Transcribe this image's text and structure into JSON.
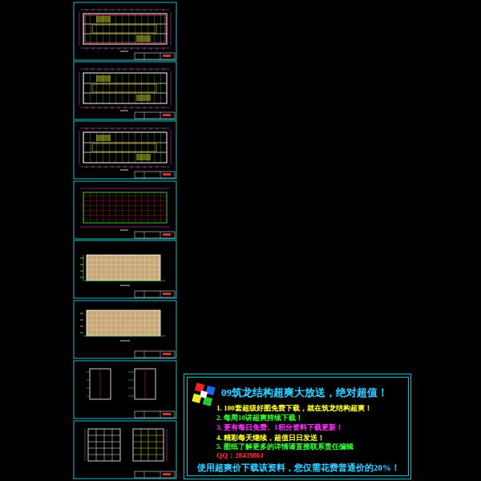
{
  "diagram": {
    "nodes": [
      {
        "text": [
          "09筑龙结构超爽大放送，绝对超值！",
          "1.  100套超级好图免费下载，就在筑龙结构超爽！",
          "2.  每周10讲超爽持续下载！",
          "3.  更有每日免费、1积分资料下载更新！",
          "4.  精彩每天继续，超值日日发送！",
          "5.  图纸了解更多的详情请直接联系责任编辑",
          "QQ：28439861",
          "使用超爽价下载该资料，您仅需花费普通价的20%！"
        ]
      }
    ]
  }
}
